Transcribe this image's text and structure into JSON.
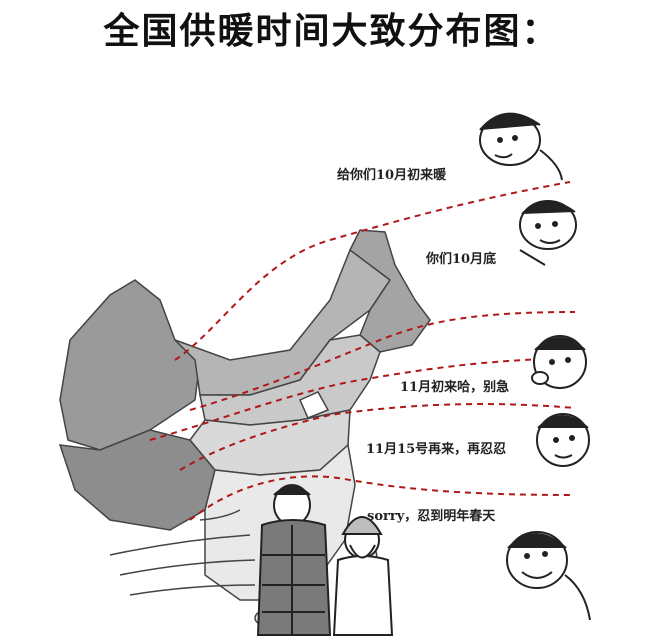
{
  "title": "全国供暖时间大致分布图：",
  "zones": [
    {
      "label": "给你们10月初来暖"
    },
    {
      "label": "你们10月底"
    },
    {
      "label": "11月初来哈，别急"
    },
    {
      "label": "11月15号再来，再忍忍"
    },
    {
      "label": "sorry，忍到明年春天"
    }
  ],
  "colors": {
    "dashed_line": "#b01818",
    "map_fill": "#9a9a9a",
    "ink": "#222222"
  },
  "icons": [
    "china-map",
    "face-icon",
    "bundled-people-icon",
    "wind-lines-icon"
  ]
}
